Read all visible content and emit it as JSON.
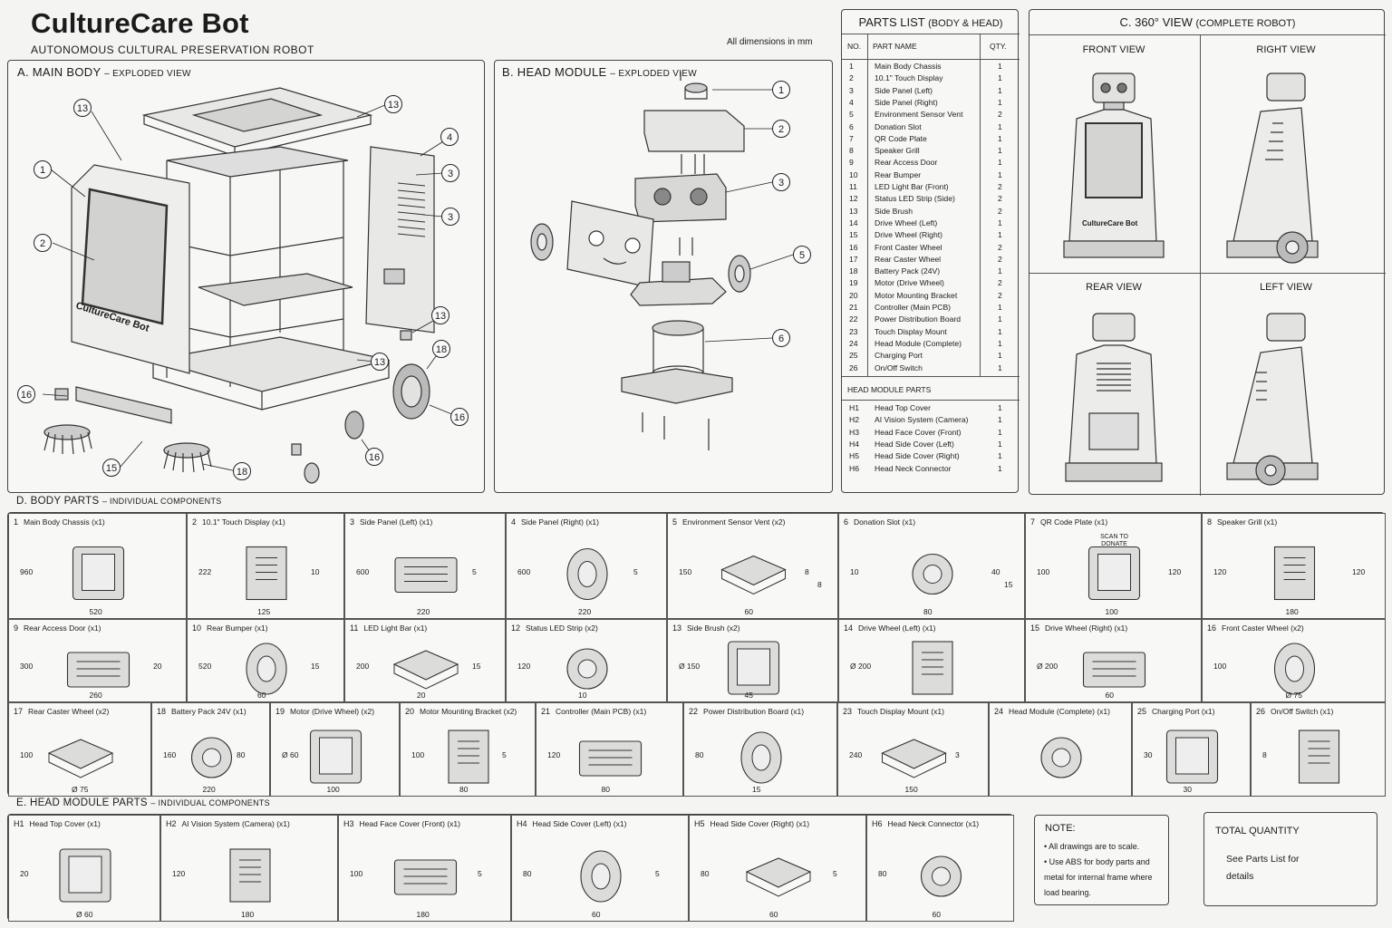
{
  "header": {
    "title": "CultureCare Bot",
    "subtitle": "Autonomous Cultural Preservation Robot",
    "dims_note": "All dimensions in mm"
  },
  "sectionA": {
    "title": "A. Main Body",
    "sub": "– exploded view",
    "callouts": [
      "13",
      "13",
      "4",
      "1",
      "3",
      "3",
      "2",
      "13",
      "13",
      "18",
      "16",
      "16",
      "15",
      "18",
      "16"
    ],
    "brand": "CultureCare Bot"
  },
  "sectionB": {
    "title": "B. Head Module",
    "sub": "– exploded view",
    "callouts": [
      "1",
      "2",
      "3",
      "5",
      "6"
    ]
  },
  "partsList": {
    "title": "Parts List",
    "title_sub": "(Body & Head)",
    "headers": [
      "NO.",
      "PART NAME",
      "QTY."
    ],
    "body": [
      [
        "1",
        "Main Body Chassis",
        "1"
      ],
      [
        "2",
        "10.1\" Touch Display",
        "1"
      ],
      [
        "3",
        "Side Panel (Left)",
        "1"
      ],
      [
        "4",
        "Side Panel (Right)",
        "1"
      ],
      [
        "5",
        "Environment Sensor Vent",
        "2"
      ],
      [
        "6",
        "Donation Slot",
        "1"
      ],
      [
        "7",
        "QR Code Plate",
        "1"
      ],
      [
        "8",
        "Speaker Grill",
        "1"
      ],
      [
        "9",
        "Rear Access Door",
        "1"
      ],
      [
        "10",
        "Rear Bumper",
        "1"
      ],
      [
        "11",
        "LED Light Bar (Front)",
        "2"
      ],
      [
        "12",
        "Status LED Strip (Side)",
        "2"
      ],
      [
        "13",
        "Side Brush",
        "2"
      ],
      [
        "14",
        "Drive Wheel (Left)",
        "1"
      ],
      [
        "15",
        "Drive Wheel (Right)",
        "1"
      ],
      [
        "16",
        "Front Caster Wheel",
        "2"
      ],
      [
        "17",
        "Rear Caster Wheel",
        "2"
      ],
      [
        "18",
        "Battery Pack (24V)",
        "1"
      ],
      [
        "19",
        "Motor (Drive Wheel)",
        "2"
      ],
      [
        "20",
        "Motor Mounting Bracket",
        "2"
      ],
      [
        "21",
        "Controller (Main PCB)",
        "1"
      ],
      [
        "22",
        "Power Distribution Board",
        "1"
      ],
      [
        "23",
        "Touch Display Mount",
        "1"
      ],
      [
        "24",
        "Head Module (Complete)",
        "1"
      ],
      [
        "25",
        "Charging Port",
        "1"
      ],
      [
        "26",
        "On/Off Switch",
        "1"
      ]
    ],
    "head_title": "Head Module Parts",
    "head": [
      [
        "H1",
        "Head Top Cover",
        "1"
      ],
      [
        "H2",
        "AI Vision System (Camera)",
        "1"
      ],
      [
        "H3",
        "Head Face Cover (Front)",
        "1"
      ],
      [
        "H4",
        "Head Side Cover (Left)",
        "1"
      ],
      [
        "H5",
        "Head Side Cover (Right)",
        "1"
      ],
      [
        "H6",
        "Head Neck Connector",
        "1"
      ]
    ]
  },
  "sectionC": {
    "title": "C. 360° View",
    "sub": "(Complete Robot)",
    "views": [
      "Front View",
      "Right View",
      "Rear View",
      "Left View"
    ],
    "brand": "CultureCare Bot"
  },
  "sectionD": {
    "title": "D. Body Parts",
    "sub": "– individual components",
    "cells": [
      {
        "no": "1",
        "label": "Main Body Chassis (x1)",
        "d": [
          "960",
          "520"
        ]
      },
      {
        "no": "2",
        "label": "10.1\" Touch Display (x1)",
        "d": [
          "222",
          "125",
          "10"
        ]
      },
      {
        "no": "3",
        "label": "Side Panel (Left) (x1)",
        "d": [
          "600",
          "220",
          "5"
        ]
      },
      {
        "no": "4",
        "label": "Side Panel (Right) (x1)",
        "d": [
          "600",
          "220",
          "5"
        ]
      },
      {
        "no": "5",
        "label": "Environment Sensor Vent (x2)",
        "d": [
          "150",
          "60",
          "8",
          "8"
        ]
      },
      {
        "no": "6",
        "label": "Donation Slot (x1)",
        "d": [
          "10",
          "80",
          "40",
          "15"
        ]
      },
      {
        "no": "7",
        "label": "QR Code Plate (x1)",
        "d": [
          "100",
          "100",
          "120"
        ],
        "qr": "SCAN TO DONATE"
      },
      {
        "no": "8",
        "label": "Speaker Grill (x1)",
        "d": [
          "120",
          "180",
          "120"
        ]
      },
      {
        "no": "9",
        "label": "Rear Access Door (x1)",
        "d": [
          "300",
          "260",
          "20"
        ]
      },
      {
        "no": "10",
        "label": "Rear Bumper (x1)",
        "d": [
          "520",
          "60",
          "15"
        ]
      },
      {
        "no": "11",
        "label": "LED Light Bar (x1)",
        "d": [
          "200",
          "20",
          "15"
        ]
      },
      {
        "no": "12",
        "label": "Status LED Strip (x2)",
        "d": [
          "120",
          "10"
        ]
      },
      {
        "no": "13",
        "label": "Side Brush (x2)",
        "d": [
          "Ø 150",
          "45"
        ]
      },
      {
        "no": "14",
        "label": "Drive Wheel (Left) (x1)",
        "d": [
          "Ø 200"
        ]
      },
      {
        "no": "15",
        "label": "Drive Wheel (Right) (x1)",
        "d": [
          "Ø 200",
          "60"
        ]
      },
      {
        "no": "16",
        "label": "Front Caster Wheel (x2)",
        "d": [
          "100",
          "Ø 75"
        ]
      },
      {
        "no": "17",
        "label": "Rear Caster Wheel (x2)",
        "d": [
          "100",
          "Ø 75"
        ]
      },
      {
        "no": "18",
        "label": "Battery Pack 24V (x1)",
        "d": [
          "160",
          "220",
          "80"
        ]
      },
      {
        "no": "19",
        "label": "Motor (Drive Wheel) (x2)",
        "d": [
          "Ø 60",
          "100"
        ]
      },
      {
        "no": "20",
        "label": "Motor Mounting Bracket (x2)",
        "d": [
          "100",
          "80",
          "5"
        ]
      },
      {
        "no": "21",
        "label": "Controller (Main PCB) (x1)",
        "d": [
          "120",
          "80"
        ]
      },
      {
        "no": "22",
        "label": "Power Distribution Board (x1)",
        "d": [
          "80",
          "15"
        ]
      },
      {
        "no": "23",
        "label": "Touch Display Mount (x1)",
        "d": [
          "240",
          "150",
          "3"
        ]
      },
      {
        "no": "24",
        "label": "Head Module (Complete) (x1)",
        "d": []
      },
      {
        "no": "25",
        "label": "Charging Port (x1)",
        "d": [
          "30",
          "30"
        ]
      },
      {
        "no": "26",
        "label": "On/Off Switch (x1)",
        "d": [
          "8"
        ]
      }
    ]
  },
  "sectionE": {
    "title": "E. Head Module Parts",
    "sub": "– individual components",
    "cells": [
      {
        "no": "H1",
        "label": "Head Top Cover (x1)",
        "d": [
          "20",
          "Ø 60"
        ]
      },
      {
        "no": "H2",
        "label": "AI Vision System (Camera) (x1)",
        "d": [
          "120",
          "180"
        ]
      },
      {
        "no": "H3",
        "label": "Head Face Cover (Front) (x1)",
        "d": [
          "100",
          "180",
          "5"
        ]
      },
      {
        "no": "H4",
        "label": "Head Side Cover (Left) (x1)",
        "d": [
          "80",
          "60",
          "5"
        ]
      },
      {
        "no": "H5",
        "label": "Head Side Cover (Right) (x1)",
        "d": [
          "80",
          "60",
          "5"
        ]
      },
      {
        "no": "H6",
        "label": "Head Neck Connector (x1)",
        "d": [
          "80",
          "60"
        ]
      }
    ]
  },
  "note": {
    "title": "NOTE:",
    "items": [
      "All drawings are to scale.",
      "Use ABS for body parts and metal for internal frame where load bearing."
    ]
  },
  "total": {
    "title": "TOTAL QUANTITY",
    "text": "See Parts List for details"
  }
}
